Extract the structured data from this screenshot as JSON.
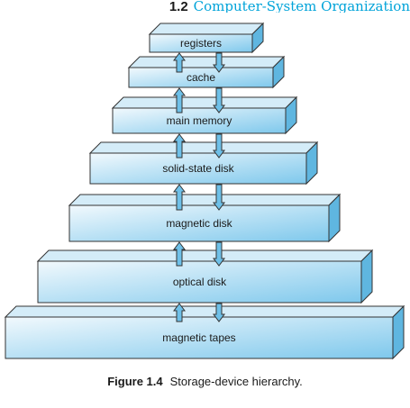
{
  "header": {
    "section": "1.2",
    "title": "Computer-System Organization",
    "color": "#00a3d9"
  },
  "diagram": {
    "levels": [
      {
        "label": "registers"
      },
      {
        "label": "cache"
      },
      {
        "label": "main memory"
      },
      {
        "label": "solid-state disk"
      },
      {
        "label": "magnetic disk"
      },
      {
        "label": "optical disk"
      },
      {
        "label": "magnetic tapes"
      }
    ],
    "colors": {
      "front_light": "#f2f9fd",
      "front_dark": "#7ec8ec",
      "top": "#d4ecf8",
      "side": "#5fb6e0",
      "stroke": "#333333",
      "arrow": "#6ec0e8"
    }
  },
  "caption": {
    "number": "Figure 1.4",
    "text": "Storage-device hierarchy."
  }
}
